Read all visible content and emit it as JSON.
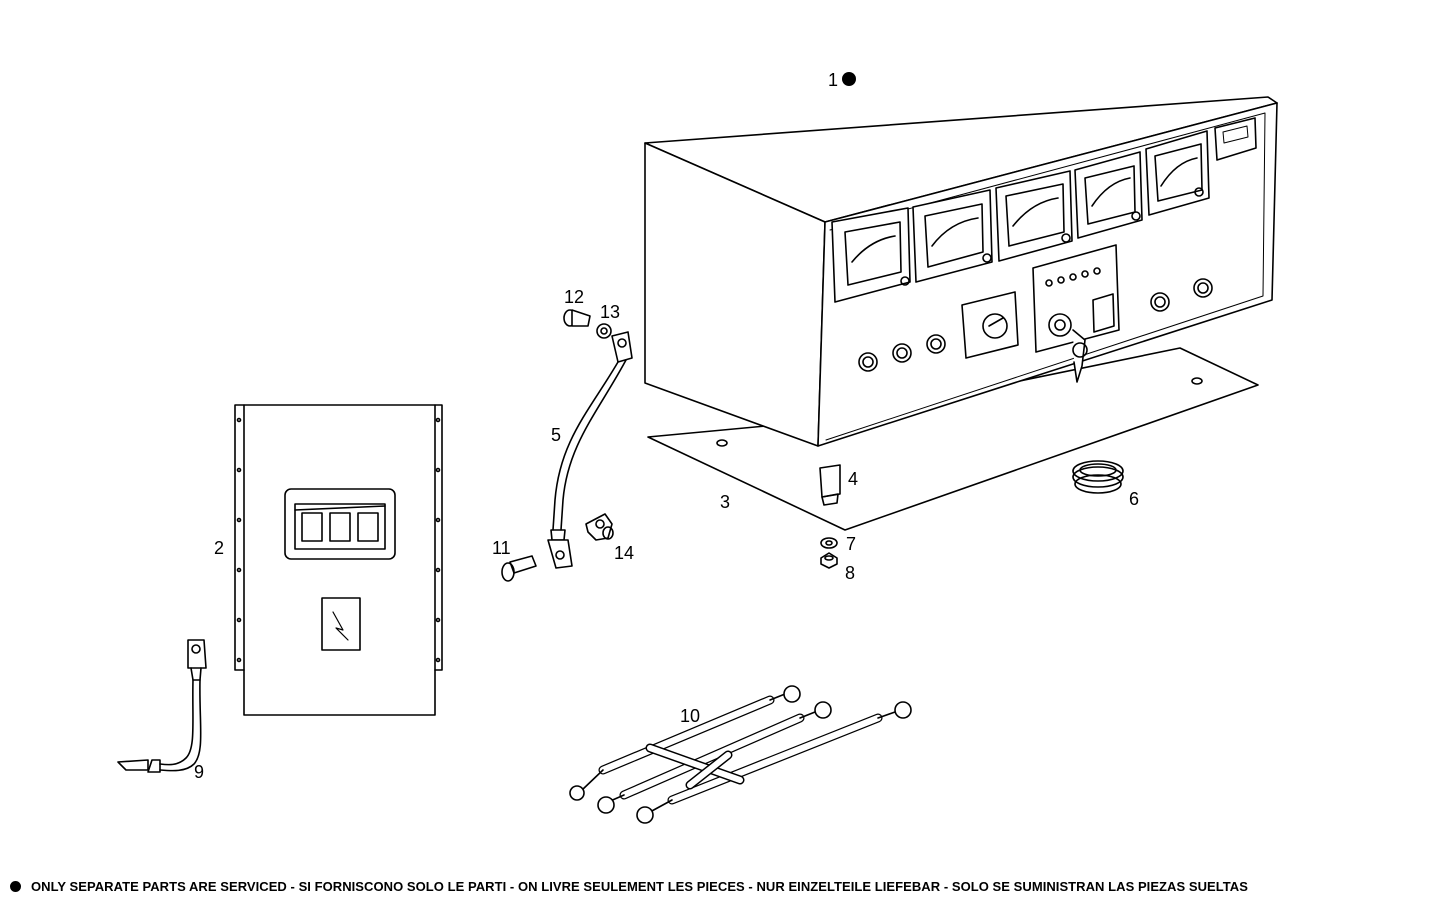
{
  "callouts": [
    {
      "id": "1",
      "text": "1"
    },
    {
      "id": "2",
      "text": "2"
    },
    {
      "id": "3",
      "text": "3"
    },
    {
      "id": "4",
      "text": "4"
    },
    {
      "id": "5",
      "text": "5"
    },
    {
      "id": "6",
      "text": "6"
    },
    {
      "id": "7",
      "text": "7"
    },
    {
      "id": "8",
      "text": "8"
    },
    {
      "id": "9",
      "text": "9"
    },
    {
      "id": "10",
      "text": "10"
    },
    {
      "id": "11",
      "text": "11"
    },
    {
      "id": "12",
      "text": "12"
    },
    {
      "id": "13",
      "text": "13"
    },
    {
      "id": "14",
      "text": "14"
    }
  ],
  "footer": {
    "note": "ONLY SEPARATE PARTS ARE SERVICED - SI FORNISCONO SOLO LE PARTI  - ON LIVRE SEULEMENT LES PIECES - NUR EINZELTEILE LIEFEBAR - SOLO SE SUMINISTRAN LAS PIEZAS SUELTAS"
  }
}
